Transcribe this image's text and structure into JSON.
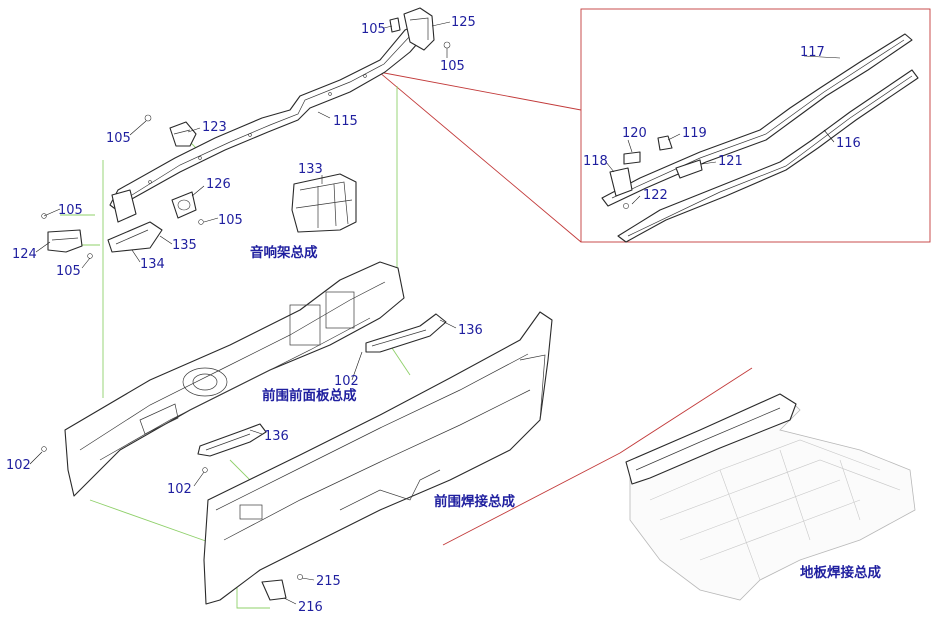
{
  "callouts": [
    {
      "id": "c-105-top",
      "text": "105"
    },
    {
      "id": "c-125",
      "text": "125"
    },
    {
      "id": "c-105-top2",
      "text": "105"
    },
    {
      "id": "c-115",
      "text": "115"
    },
    {
      "id": "c-105-left",
      "text": "105"
    },
    {
      "id": "c-123",
      "text": "123"
    },
    {
      "id": "c-133",
      "text": "133"
    },
    {
      "id": "c-126",
      "text": "126"
    },
    {
      "id": "c-105-a",
      "text": "105"
    },
    {
      "id": "c-105-b",
      "text": "105"
    },
    {
      "id": "c-135",
      "text": "135"
    },
    {
      "id": "c-124",
      "text": "124"
    },
    {
      "id": "c-105-c",
      "text": "105"
    },
    {
      "id": "c-134",
      "text": "134"
    },
    {
      "id": "c-136-a",
      "text": "136"
    },
    {
      "id": "c-102-a",
      "text": "102"
    },
    {
      "id": "c-136-b",
      "text": "136"
    },
    {
      "id": "c-102-b",
      "text": "102"
    },
    {
      "id": "c-102-c",
      "text": "102"
    },
    {
      "id": "c-215",
      "text": "215"
    },
    {
      "id": "c-216",
      "text": "216"
    },
    {
      "id": "c-117",
      "text": "117"
    },
    {
      "id": "c-116",
      "text": "116"
    },
    {
      "id": "c-120",
      "text": "120"
    },
    {
      "id": "c-119",
      "text": "119"
    },
    {
      "id": "c-118",
      "text": "118"
    },
    {
      "id": "c-121",
      "text": "121"
    },
    {
      "id": "c-122",
      "text": "122"
    }
  ],
  "assembly_labels": {
    "speaker_bracket": "音响架总成",
    "front_wall_panel": "前围前面板总成",
    "front_wall_weld": "前围焊接总成",
    "floor_weld": "地板焊接总成"
  },
  "colors": {
    "label": "#1f1f9f",
    "leader_green": "#8fd06a",
    "inset_red": "#c23a3a"
  }
}
